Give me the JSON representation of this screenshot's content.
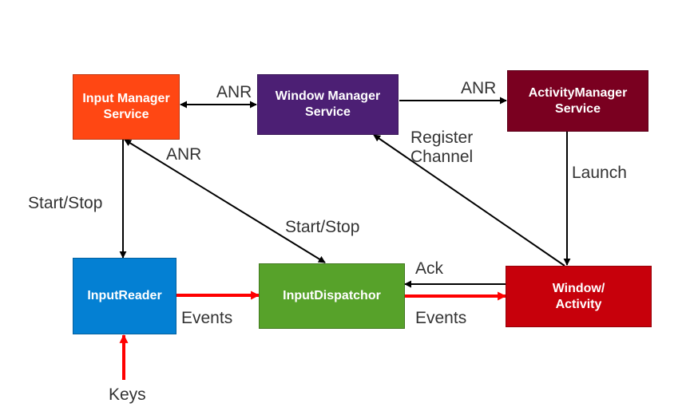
{
  "nodes": {
    "input_manager": {
      "label": "Input Manager\nService",
      "color": "#ff4713"
    },
    "window_manager": {
      "label": "Window Manager\nService",
      "color": "#4c1f74"
    },
    "activity_manager": {
      "label": "ActivityManager\nService",
      "color": "#7a0020"
    },
    "input_reader": {
      "label": "InputReader",
      "color": "#0480d3"
    },
    "input_dispatcher": {
      "label": "InputDispatchor",
      "color": "#57a22a"
    },
    "window_activity": {
      "label": "Window/\nActivity",
      "color": "#c7000b"
    }
  },
  "edges": {
    "anr_ims_wms": "ANR",
    "anr_wms_ams": "ANR",
    "anr_dispatcher_ims": "ANR",
    "register_channel": "Register\nChannel",
    "launch": "Launch",
    "start_stop_reader": "Start/Stop",
    "start_stop_dispatcher": "Start/Stop",
    "ack": "Ack",
    "events_reader": "Events",
    "events_dispatcher": "Events",
    "keys": "Keys"
  },
  "colors": {
    "arrow": "#000000",
    "event_arrow": "#ff0000"
  }
}
